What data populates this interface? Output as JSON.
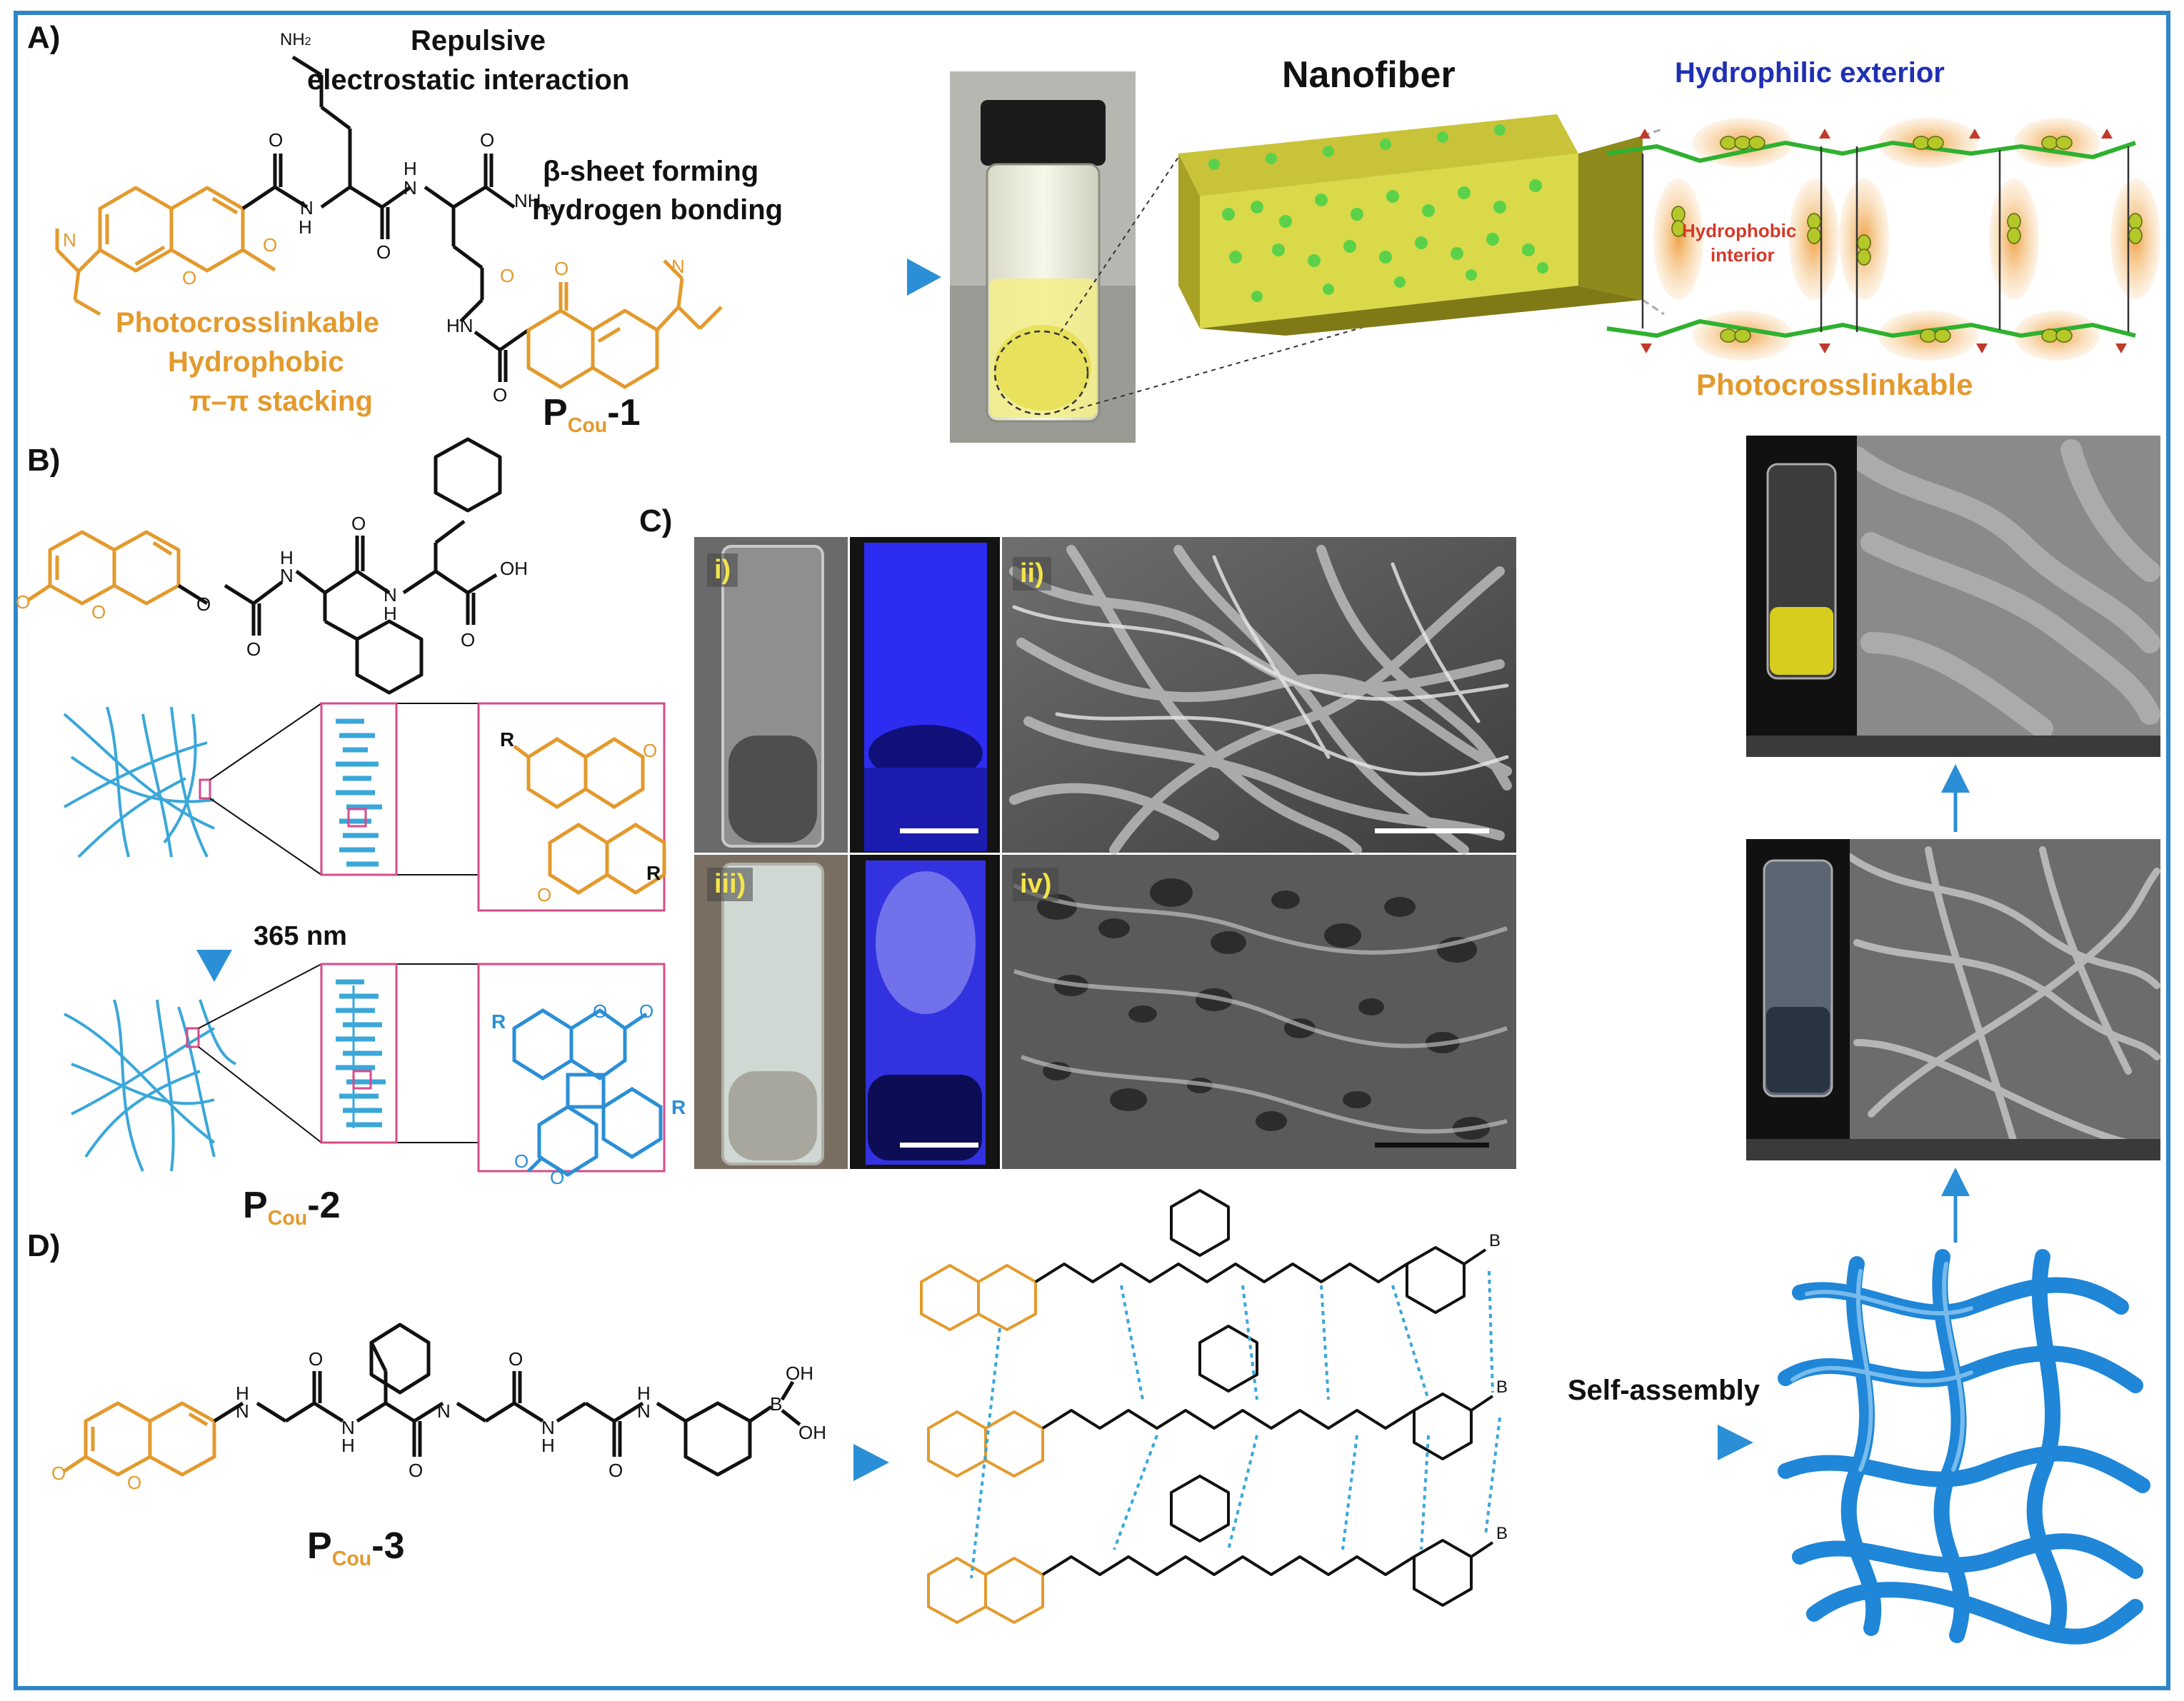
{
  "colors": {
    "border": "#2f86c8",
    "orange": "#e39a2d",
    "blue_structure": "#2a8fd6",
    "hydrophilic_label": "#1f2fb5",
    "hydrophobic_label": "#d43a2a",
    "fiber_color": "#1f86d8"
  },
  "panels": {
    "A": {
      "letter": "A)",
      "nh2_top": "NH",
      "nh2_sub": "2",
      "repulsive_1": "Repulsive",
      "repulsive_2": "electrostatic interaction",
      "beta_1": "β-sheet forming",
      "beta_2": "hydrogen bonding",
      "photo_1": "Photocrosslinkable",
      "photo_2": "Hydrophobic",
      "photo_3": "π–π stacking",
      "compound_p": "P",
      "compound_sub": "Cou",
      "compound_num": "-1",
      "nanofiber": "Nanofiber",
      "hydrophilic_exterior": "Hydrophilic exterior",
      "hydrophobic_1": "Hydrophobic",
      "hydrophobic_2": "interior",
      "photocrosslinkable": "Photocrosslinkable",
      "n_label": "N",
      "h_label": "H",
      "o_label": "O",
      "nh2_amide": "NH",
      "hn_label": "HN"
    },
    "B": {
      "letter": "B)",
      "wavelength": "365 nm",
      "r_label": "R",
      "oh_label": "OH",
      "compound_p": "P",
      "compound_sub": "Cou",
      "compound_num": "-2"
    },
    "C": {
      "letter": "C)",
      "i": "i)",
      "ii": "ii)",
      "iii": "iii)",
      "iv": "iv)"
    },
    "D": {
      "letter": "D)",
      "compound_p": "P",
      "compound_sub": "Cou",
      "compound_num": "-3",
      "self_assembly": "Self-assembly",
      "oh_label": "OH",
      "b_label": "B"
    }
  }
}
